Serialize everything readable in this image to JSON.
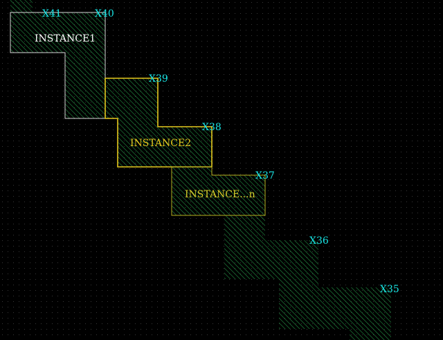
{
  "colors": {
    "background": "#000000",
    "grid_dot": "#3a3a3a",
    "hatch": "#1f7f3c",
    "vertex_label": "#19e6e6",
    "instance1_outline": "#d8d8d8",
    "instance1_label": "#ffffff",
    "instance2_outline": "#e6c81e",
    "instance2_label": "#e6c81e",
    "instance_n_outline": "#b8b020",
    "instance_n_label": "#d8cc2a"
  },
  "vertex_labels": {
    "x41": "X41",
    "x40": "X40",
    "x39": "X39",
    "x38": "X38",
    "x37": "X37",
    "x36": "X36",
    "x35": "X35"
  },
  "instances": {
    "instance1": "INSTANCE1",
    "instance2": "INSTANCE2",
    "instance_n": "INSTANCE...n"
  }
}
